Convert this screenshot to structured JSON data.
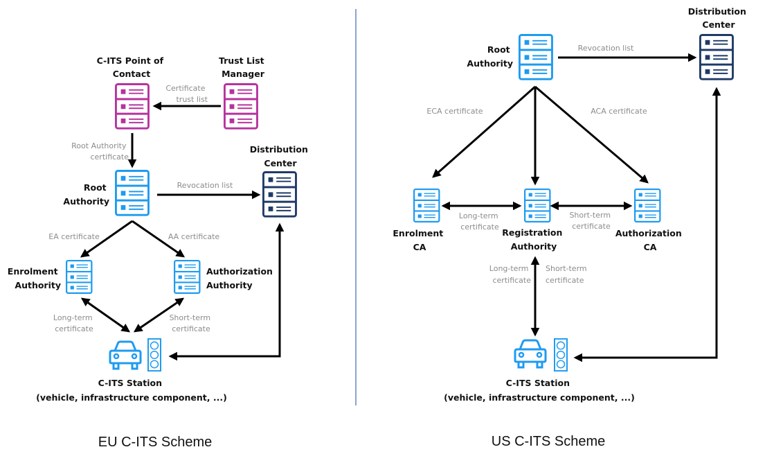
{
  "colors": {
    "server_blue": "#1e9bf0",
    "server_magenta": "#b7329e",
    "server_navy": "#1f3a68",
    "station_blue": "#1e9bf0",
    "divider": "#3a6ab0",
    "edge_label": "#8c8c8c",
    "arrow": "#000000"
  },
  "eu": {
    "title": "EU C-ITS Scheme",
    "nodes": {
      "point_of_contact": {
        "label": [
          "C-ITS Point of",
          "Contact"
        ],
        "icon": "server-icon",
        "color": "magenta"
      },
      "trust_list_manager": {
        "label": [
          "Trust List",
          "Manager"
        ],
        "icon": "server-icon",
        "color": "magenta"
      },
      "root_authority": {
        "label": [
          "Root",
          "Authority"
        ],
        "icon": "server-icon",
        "color": "blue"
      },
      "distribution_center": {
        "label": [
          "Distribution",
          "Center"
        ],
        "icon": "server-icon",
        "color": "navy"
      },
      "enrolment_authority": {
        "label": [
          "Enrolment",
          "Authority"
        ],
        "icon": "server-icon",
        "color": "blue"
      },
      "authorization_authority": {
        "label": [
          "Authorization",
          "Authority"
        ],
        "icon": "server-icon",
        "color": "blue"
      },
      "station": {
        "label": [
          "C-ITS Station",
          "(vehicle, infrastructure component, ...)"
        ],
        "icons": [
          "car-icon",
          "traffic-light-icon"
        ]
      }
    },
    "edges": {
      "certificate_trust_list": [
        "Certificate",
        "trust list"
      ],
      "root_authority_certificate": [
        "Root Authority",
        "certificate"
      ],
      "revocation_list": [
        "Revocation list"
      ],
      "ea_certificate": [
        "EA certificate"
      ],
      "aa_certificate": [
        "AA certificate"
      ],
      "long_term_certificate": [
        "Long-term",
        "certificate"
      ],
      "short_term_certificate": [
        "Short-term",
        "certificate"
      ]
    }
  },
  "us": {
    "title": "US C-ITS Scheme",
    "nodes": {
      "root_authority": {
        "label": [
          "Root",
          "Authority"
        ],
        "icon": "server-icon",
        "color": "blue"
      },
      "distribution_center": {
        "label": [
          "Distribution",
          "Center"
        ],
        "icon": "server-icon",
        "color": "navy"
      },
      "enrolment_ca": {
        "label": [
          "Enrolment",
          "CA"
        ],
        "icon": "server-icon",
        "color": "blue"
      },
      "registration_authority": {
        "label": [
          "Registration",
          "Authority"
        ],
        "icon": "server-icon",
        "color": "blue"
      },
      "authorization_ca": {
        "label": [
          "Authorization",
          "CA"
        ],
        "icon": "server-icon",
        "color": "blue"
      },
      "station": {
        "label": [
          "C-ITS Station",
          "(vehicle, infrastructure component, ...)"
        ],
        "icons": [
          "car-icon",
          "traffic-light-icon"
        ]
      }
    },
    "edges": {
      "revocation_list": [
        "Revocation list"
      ],
      "eca_certificate": [
        "ECA certificate"
      ],
      "aca_certificate": [
        "ACA certificate"
      ],
      "long_term_certificate_h": [
        "Long-term",
        "certificate"
      ],
      "short_term_certificate_h": [
        "Short-term",
        "certificate"
      ],
      "long_term_certificate_v": [
        "Long-term",
        "certificate"
      ],
      "short_term_certificate_v": [
        "Short-term",
        "certificate"
      ]
    }
  }
}
